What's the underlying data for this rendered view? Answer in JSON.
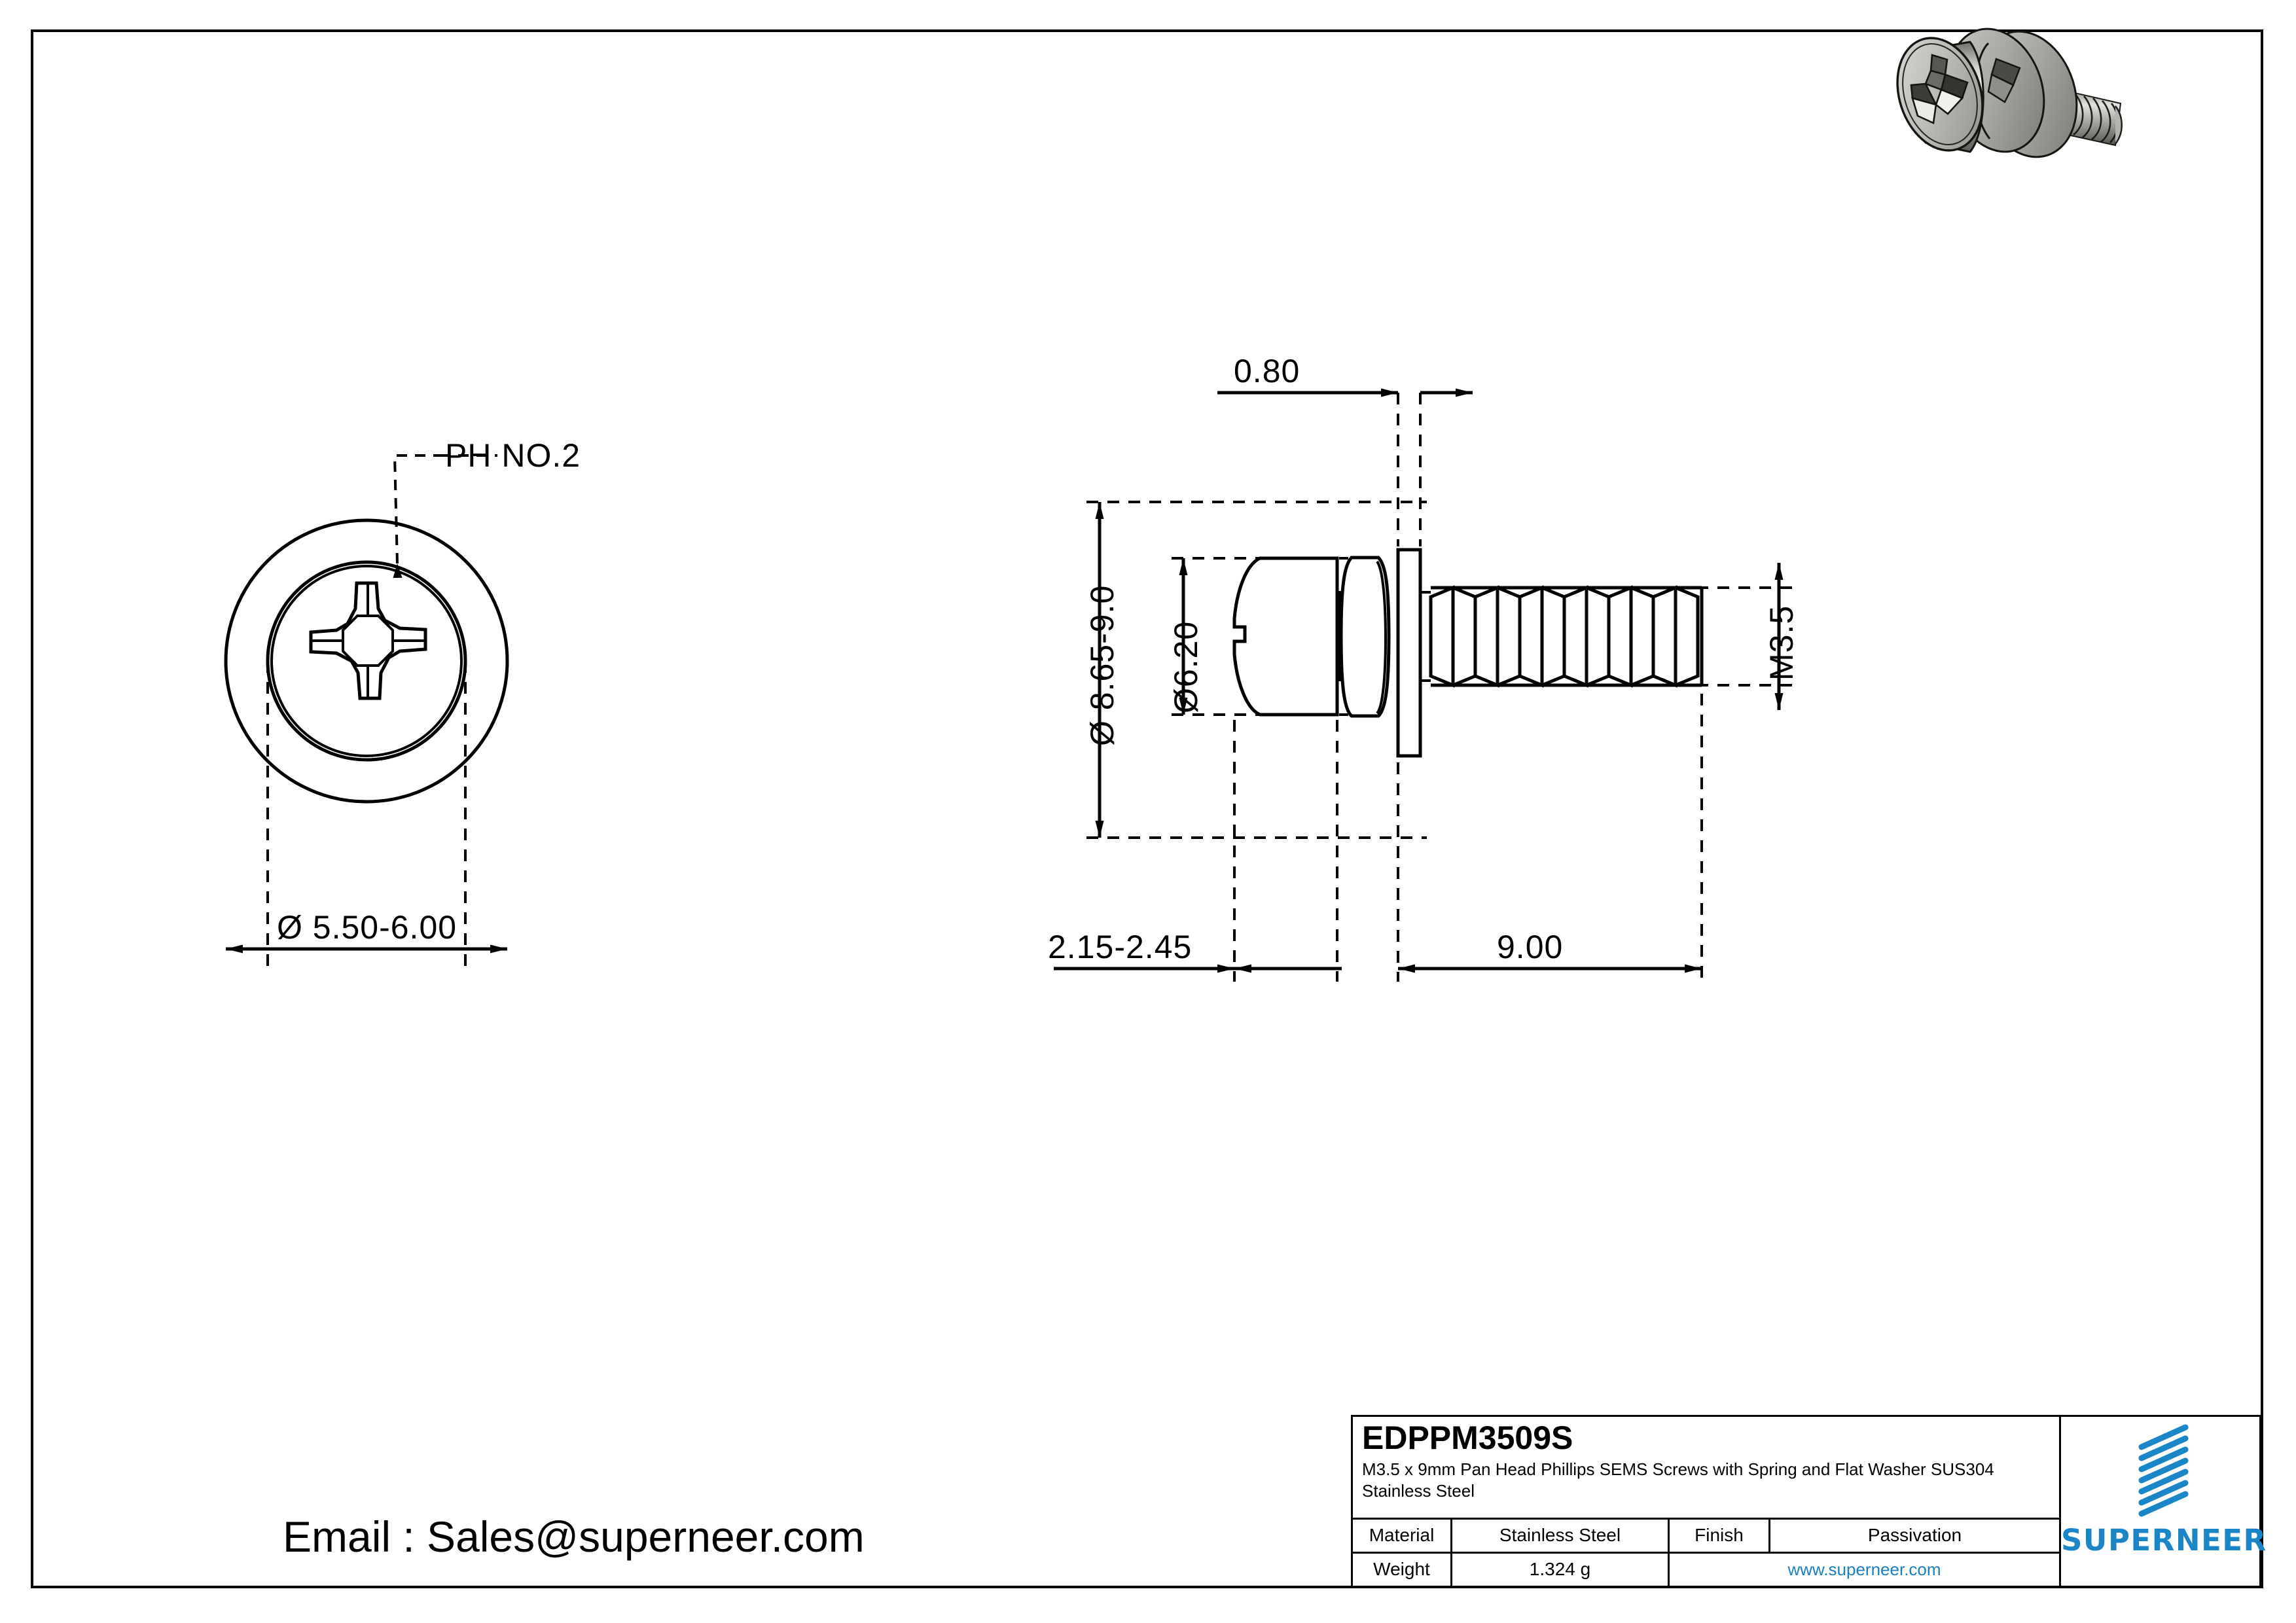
{
  "drawing": {
    "part_number": "EDPPM3509S",
    "description": "M3.5 x 9mm Pan Head Phillips SEMS Screws with Spring and Flat Washer SUS304 Stainless Steel",
    "email_label": "Email : Sales@superneer.com",
    "views": {
      "front": {
        "name": "front-view",
        "callout": "PH NO.2",
        "diameter_dim": "Ø 5.50-6.00"
      },
      "side": {
        "name": "side-view",
        "washer_thickness": "0.80",
        "head_outer_diameter": "Ø 8.65-9.0",
        "head_diameter": "Ø6.20",
        "thread_spec": "M3.5",
        "head_height": "2.15-2.45",
        "thread_length": "9.00"
      }
    }
  },
  "title_block": {
    "part_number": "EDPPM3509S",
    "description": "M3.5 x 9mm Pan Head Phillips SEMS Screws with Spring and Flat Washer SUS304 Stainless Steel",
    "material_label": "Material",
    "material_value": "Stainless Steel",
    "finish_label": "Finish",
    "finish_value": "Passivation",
    "weight_label": "Weight",
    "weight_value": "1.324 g",
    "website": "www.superneer.com",
    "brand": "SUPERNEER",
    "brand_color": "#1a86c8"
  },
  "colors": {
    "line": "#000000",
    "background": "#ffffff",
    "brand_blue": "#1a86c8",
    "link_blue": "#1a7fc1",
    "metal_light": "#e8e8e6",
    "metal_mid": "#b5b5b0",
    "metal_dark": "#6f6f6b",
    "metal_shadow": "#3a3a38"
  }
}
